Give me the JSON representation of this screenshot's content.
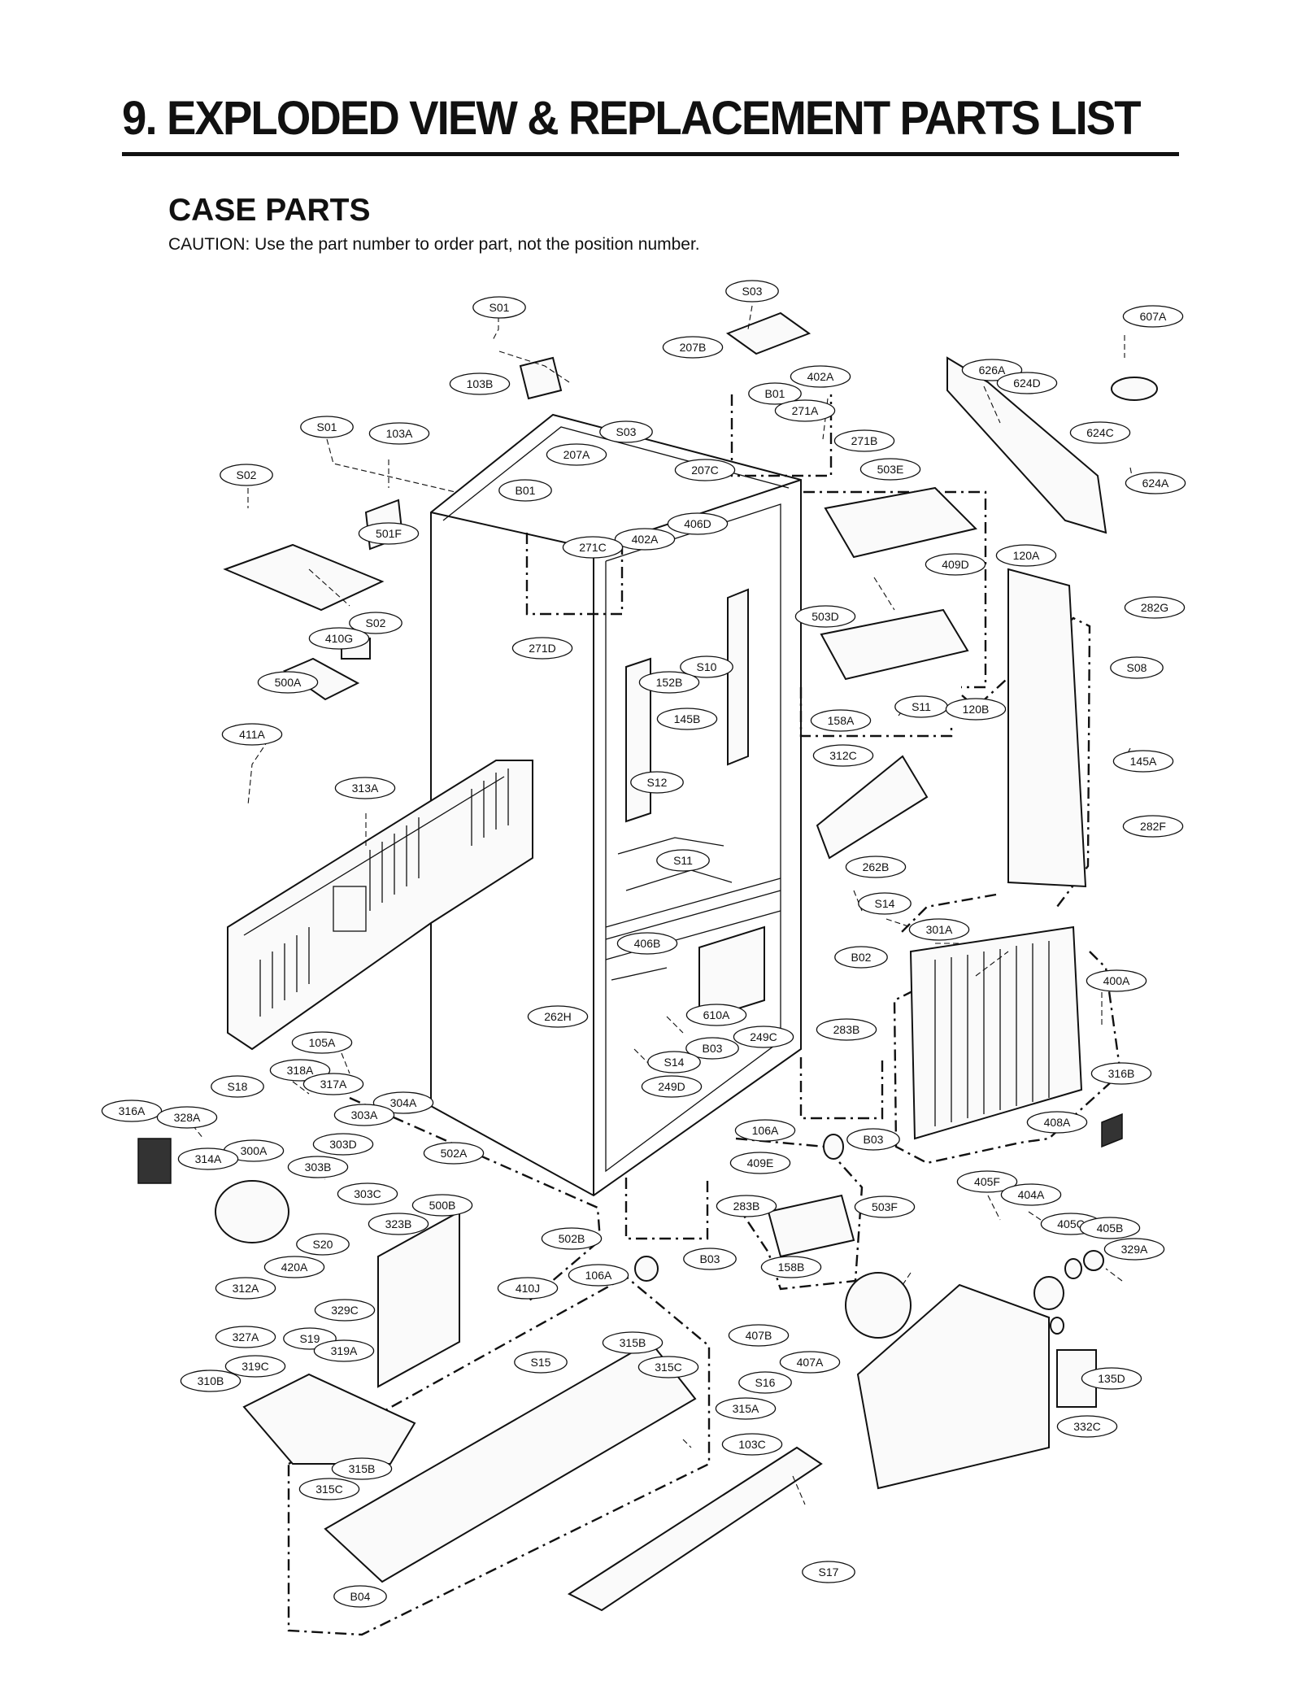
{
  "header": {
    "title": "9. EXPLODED VIEW & REPLACEMENT PARTS LIST",
    "section": "CASE PARTS",
    "caution": "CAUTION: Use the part number to order part, not the position number."
  },
  "callouts": [
    {
      "id": "S03",
      "label": "S03"
    },
    {
      "id": "S01a",
      "label": "S01"
    },
    {
      "id": "607A",
      "label": "607A"
    },
    {
      "id": "207B",
      "label": "207B"
    },
    {
      "id": "103B",
      "label": "103B"
    },
    {
      "id": "402Aa",
      "label": "402A"
    },
    {
      "id": "B01a",
      "label": "B01"
    },
    {
      "id": "626A",
      "label": "626A"
    },
    {
      "id": "624D",
      "label": "624D"
    },
    {
      "id": "271A",
      "label": "271A"
    },
    {
      "id": "S01b",
      "label": "S01"
    },
    {
      "id": "103A",
      "label": "103A"
    },
    {
      "id": "S03b",
      "label": "S03"
    },
    {
      "id": "271B",
      "label": "271B"
    },
    {
      "id": "624C",
      "label": "624C"
    },
    {
      "id": "207A",
      "label": "207A"
    },
    {
      "id": "S02a",
      "label": "S02"
    },
    {
      "id": "207C",
      "label": "207C"
    },
    {
      "id": "503E",
      "label": "503E"
    },
    {
      "id": "B01b",
      "label": "B01"
    },
    {
      "id": "624A",
      "label": "624A"
    },
    {
      "id": "501F",
      "label": "501F"
    },
    {
      "id": "406D",
      "label": "406D"
    },
    {
      "id": "402Ab",
      "label": "402A"
    },
    {
      "id": "271C",
      "label": "271C"
    },
    {
      "id": "409D",
      "label": "409D"
    },
    {
      "id": "120A",
      "label": "120A"
    },
    {
      "id": "S02b",
      "label": "S02"
    },
    {
      "id": "503D",
      "label": "503D"
    },
    {
      "id": "282G",
      "label": "282G"
    },
    {
      "id": "410G",
      "label": "410G"
    },
    {
      "id": "271D",
      "label": "271D"
    },
    {
      "id": "S10",
      "label": "S10"
    },
    {
      "id": "S08",
      "label": "S08"
    },
    {
      "id": "500A",
      "label": "500A"
    },
    {
      "id": "152B",
      "label": "152B"
    },
    {
      "id": "S11a",
      "label": "S11"
    },
    {
      "id": "120B",
      "label": "120B"
    },
    {
      "id": "158A",
      "label": "158A"
    },
    {
      "id": "411A",
      "label": "411A"
    },
    {
      "id": "145Ba",
      "label": "145B"
    },
    {
      "id": "312C",
      "label": "312C"
    },
    {
      "id": "145A",
      "label": "145A"
    },
    {
      "id": "313A",
      "label": "313A"
    },
    {
      "id": "S12",
      "label": "S12"
    },
    {
      "id": "282F",
      "label": "282F"
    },
    {
      "id": "S11b",
      "label": "S11"
    },
    {
      "id": "262B",
      "label": "262B"
    },
    {
      "id": "S14a",
      "label": "S14"
    },
    {
      "id": "301A",
      "label": "301A"
    },
    {
      "id": "406B",
      "label": "406B"
    },
    {
      "id": "B02",
      "label": "B02"
    },
    {
      "id": "400A",
      "label": "400A"
    },
    {
      "id": "262H",
      "label": "262H"
    },
    {
      "id": "610A",
      "label": "610A"
    },
    {
      "id": "249C",
      "label": "249C"
    },
    {
      "id": "283Ba",
      "label": "283B"
    },
    {
      "id": "105A",
      "label": "105A"
    },
    {
      "id": "B03a",
      "label": "B03"
    },
    {
      "id": "S14b",
      "label": "S14"
    },
    {
      "id": "316Ba",
      "label": "316B"
    },
    {
      "id": "318A",
      "label": "318A"
    },
    {
      "id": "249D",
      "label": "249D"
    },
    {
      "id": "S18",
      "label": "S18"
    },
    {
      "id": "317A",
      "label": "317A"
    },
    {
      "id": "304A",
      "label": "304A"
    },
    {
      "id": "316A",
      "label": "316A"
    },
    {
      "id": "328A",
      "label": "328A"
    },
    {
      "id": "303A",
      "label": "303A"
    },
    {
      "id": "408A",
      "label": "408A"
    },
    {
      "id": "106Aa",
      "label": "106A"
    },
    {
      "id": "B03b",
      "label": "B03"
    },
    {
      "id": "303D",
      "label": "303D"
    },
    {
      "id": "300A",
      "label": "300A"
    },
    {
      "id": "502A",
      "label": "502A"
    },
    {
      "id": "314A",
      "label": "314A"
    },
    {
      "id": "409E",
      "label": "409E"
    },
    {
      "id": "303B",
      "label": "303B"
    },
    {
      "id": "405F",
      "label": "405F"
    },
    {
      "id": "404A",
      "label": "404A"
    },
    {
      "id": "500B",
      "label": "500B"
    },
    {
      "id": "283Bb",
      "label": "283B"
    },
    {
      "id": "503F",
      "label": "503F"
    },
    {
      "id": "303C",
      "label": "303C"
    },
    {
      "id": "323B",
      "label": "323B"
    },
    {
      "id": "405C",
      "label": "405C"
    },
    {
      "id": "405B",
      "label": "405B"
    },
    {
      "id": "S20",
      "label": "S20"
    },
    {
      "id": "502B",
      "label": "502B"
    },
    {
      "id": "158B",
      "label": "158B"
    },
    {
      "id": "329A",
      "label": "329A"
    },
    {
      "id": "B03c",
      "label": "B03"
    },
    {
      "id": "420A",
      "label": "420A"
    },
    {
      "id": "106Ab",
      "label": "106A"
    },
    {
      "id": "312A",
      "label": "312A"
    },
    {
      "id": "410J",
      "label": "410J"
    },
    {
      "id": "329C",
      "label": "329C"
    },
    {
      "id": "407B",
      "label": "407B"
    },
    {
      "id": "327A",
      "label": "327A"
    },
    {
      "id": "S19",
      "label": "S19"
    },
    {
      "id": "315Ba",
      "label": "315B"
    },
    {
      "id": "319A",
      "label": "319A"
    },
    {
      "id": "S15",
      "label": "S15"
    },
    {
      "id": "315Ca",
      "label": "315C"
    },
    {
      "id": "407A",
      "label": "407A"
    },
    {
      "id": "319C",
      "label": "319C"
    },
    {
      "id": "135D",
      "label": "135D"
    },
    {
      "id": "310B",
      "label": "310B"
    },
    {
      "id": "S16",
      "label": "S16"
    },
    {
      "id": "315A",
      "label": "315A"
    },
    {
      "id": "332C",
      "label": "332C"
    },
    {
      "id": "103C",
      "label": "103C"
    },
    {
      "id": "315Bb",
      "label": "315B"
    },
    {
      "id": "315Cb",
      "label": "315C"
    },
    {
      "id": "S17",
      "label": "S17"
    },
    {
      "id": "B04",
      "label": "B04"
    }
  ]
}
